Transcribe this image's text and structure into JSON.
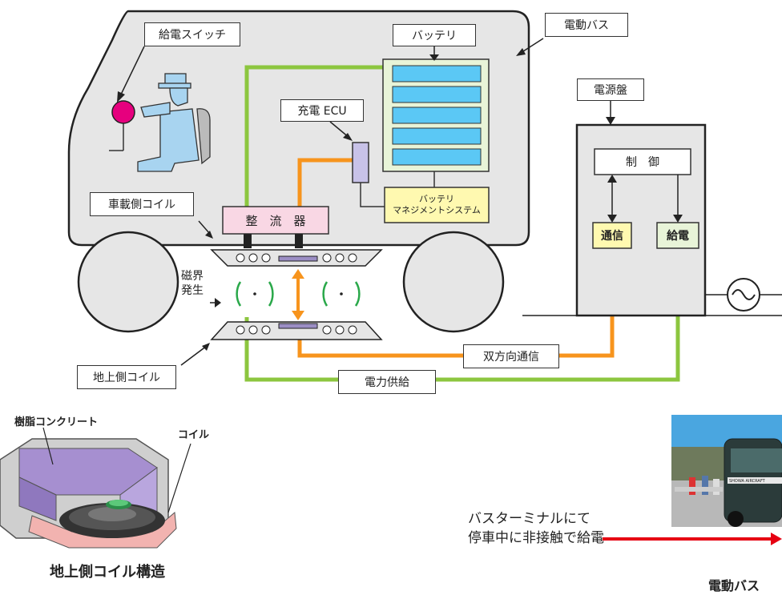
{
  "labels": {
    "bus": "電動バス",
    "switch": "給電スイッチ",
    "battery": "バッテリ",
    "charger_ecu": "充電 ECU",
    "bms_line1": "バッテリ",
    "bms_line2": "マネジメントシステム",
    "vehicle_coil": "車載側コイル",
    "rectifier": "整　流　器",
    "magnetic_field_line1": "磁界",
    "magnetic_field_line2": "発生",
    "ground_coil": "地上側コイル",
    "power_panel": "電源盤",
    "control": "制　御",
    "comm": "通信",
    "supply": "給電",
    "bidirectional_comm": "双方向通信",
    "power_supply": "電力供給",
    "resin_concrete": "樹脂コンクリート",
    "coil": "コイル",
    "ground_coil_structure": "地上側コイル構造",
    "terminal_line1": "バスターミナルにて",
    "terminal_line2": "停車中に非接触で給電",
    "photo_caption": "電動バス",
    "photo_sign": "SHOWA AIRCRAFT"
  },
  "colors": {
    "green_line": "#8cc63f",
    "orange_line": "#f7941d",
    "bus_body": "#e6e6e6",
    "battery_cell": "#5bc8f5",
    "battery_frame": "#e8f4d8",
    "bms_fill": "#fff9b0",
    "rectifier_fill": "#f9d7e4",
    "switch_color": "#e6007e",
    "comm_fill": "#fff9b0",
    "supply_fill": "#e8f4d8",
    "arrow_red": "#e60012",
    "coil_purple": "#9b8ec4"
  }
}
